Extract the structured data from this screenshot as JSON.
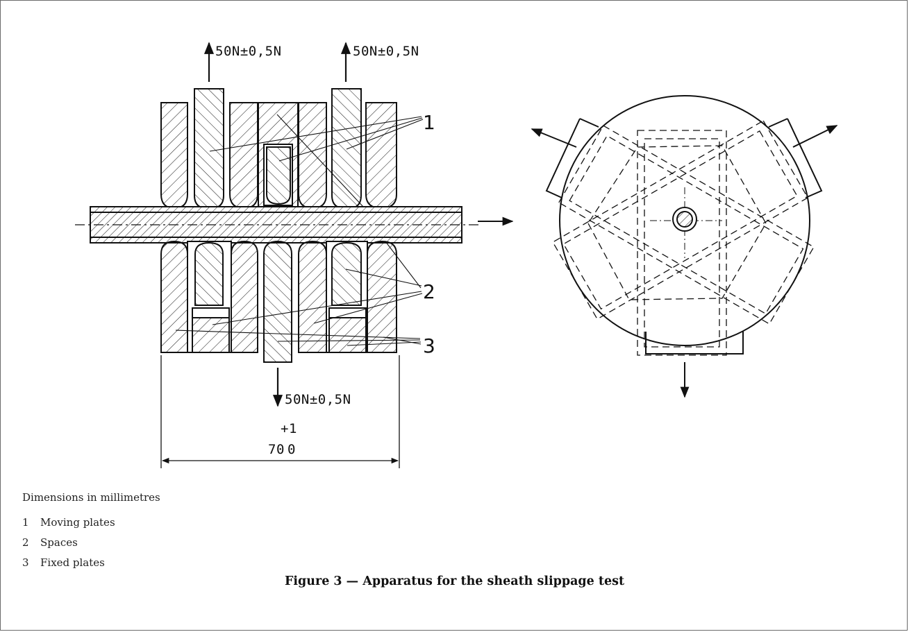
{
  "figure": {
    "force_labels": {
      "top_left": "50N±0,5N",
      "top_right": "50N±0,5N",
      "bottom": "50N±0,5N"
    },
    "dimension": {
      "value": "70",
      "tol_upper": "+1",
      "tol_lower": "0"
    },
    "callouts": [
      "1",
      "2",
      "3"
    ]
  },
  "caption": {
    "dimensions_note": "Dimensions in millimetres",
    "key": [
      {
        "num": "1",
        "label": "Moving plates"
      },
      {
        "num": "2",
        "label": "Spaces"
      },
      {
        "num": "3",
        "label": "Fixed plates"
      }
    ],
    "title": "Figure 3 — Apparatus for the sheath slippage test"
  }
}
